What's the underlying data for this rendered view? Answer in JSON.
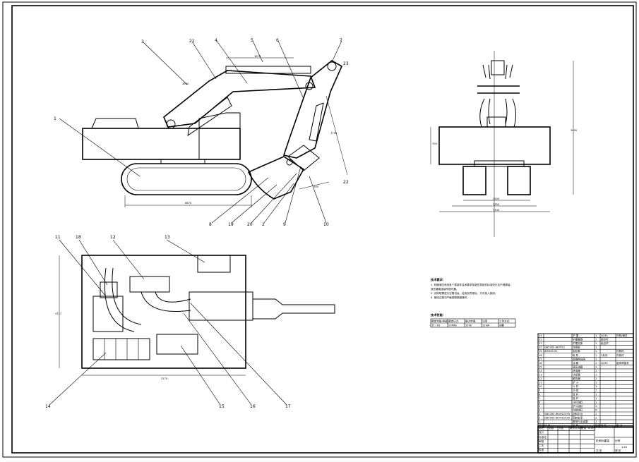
{
  "drawing": {
    "callouts": [
      "1",
      "2",
      "3",
      "4",
      "5",
      "6",
      "7",
      "8",
      "9",
      "10",
      "11",
      "12",
      "13",
      "14",
      "15",
      "16",
      "17",
      "18",
      "19",
      "20",
      "21",
      "22",
      "23"
    ],
    "side_view_dimensions": [
      "1670",
      "8870",
      "1790",
      "3000",
      "700"
    ],
    "front_view_dimensions": [
      "3000",
      "700",
      "1500",
      "2350",
      "3340"
    ],
    "plan_view_dimensions": [
      "3717",
      "3775"
    ],
    "tech_requirements_title": "技术要求：",
    "tech_requirements": [
      "1. 机器液压系统各个零部件技术要求按液压零部件标准执行且不得漏油。",
      "   液压管路连接牢固可靠。",
      "2. 试用前需进行空载试运，检测无异常后，方可投入使用。",
      "3. 使用过程中严格按照规程操作。"
    ],
    "performance_title": "技术性能：",
    "performance_table": {
      "headers": [
        "额定流量/排量",
        "额定压力",
        "最大转速",
        "功率",
        "工作方式"
      ],
      "values": [
        "35~63",
        "20MPa",
        "1500",
        "22kW",
        "间断"
      ]
    },
    "parts_list": {
      "rows": [
        {
          "no": "23",
          "code": "",
          "name": "护 罩",
          "qty": "1",
          "material": "Q235",
          "note": "外购/铸件"
        },
        {
          "no": "22",
          "code": "",
          "name": "护罩管路",
          "qty": "1",
          "material": "组合件",
          "note": ""
        },
        {
          "no": "21",
          "code": "",
          "name": "护罩支架",
          "qty": "1",
          "material": "组合件",
          "note": ""
        },
        {
          "no": "20",
          "code": "GB5782-86 M12",
          "name": "连接板",
          "qty": "1",
          "material": "",
          "note": ""
        },
        {
          "no": "19",
          "code": "JB5920-91",
          "name": "齿轮泵",
          "qty": "1",
          "material": "",
          "note": "外购件"
        },
        {
          "no": "18",
          "code": "",
          "name": "电 机",
          "qty": "1",
          "material": "Y系列",
          "note": "外购件"
        },
        {
          "no": "17",
          "code": "",
          "name": "多路换向阀",
          "qty": "1",
          "material": "",
          "note": ""
        },
        {
          "no": "16",
          "code": "",
          "name": "油 箱",
          "qty": "1",
          "material": "Q235",
          "note": "组件焊接件"
        },
        {
          "no": "15",
          "code": "",
          "name": "液压油箱",
          "qty": "1",
          "material": "",
          "note": ""
        },
        {
          "no": "14",
          "code": "",
          "name": "滤油器",
          "qty": "1",
          "material": "",
          "note": ""
        },
        {
          "no": "13",
          "code": "",
          "name": "冷却器",
          "qty": "1",
          "material": "",
          "note": ""
        },
        {
          "no": "12",
          "code": "",
          "name": "散热器",
          "qty": "1",
          "material": "",
          "note": ""
        },
        {
          "no": "11",
          "code": "",
          "name": "铲 斗",
          "qty": "1",
          "material": "",
          "note": ""
        },
        {
          "no": "10",
          "code": "",
          "name": "斗 杆",
          "qty": "1",
          "material": "",
          "note": ""
        },
        {
          "no": "9",
          "code": "",
          "name": "动 臂",
          "qty": "1",
          "material": "",
          "note": ""
        },
        {
          "no": "8",
          "code": "",
          "name": "连 杆",
          "qty": "1",
          "material": "",
          "note": ""
        },
        {
          "no": "7",
          "code": "",
          "name": "摇 杆",
          "qty": "1",
          "material": "",
          "note": ""
        },
        {
          "no": "6",
          "code": "",
          "name": "斗杆油缸",
          "qty": "1",
          "material": "",
          "note": ""
        },
        {
          "no": "5",
          "code": "",
          "name": "铲斗油缸",
          "qty": "1",
          "material": "",
          "note": ""
        },
        {
          "no": "4",
          "code": "",
          "name": "动臂油缸",
          "qty": "2",
          "material": "",
          "note": ""
        },
        {
          "no": "3",
          "code": "GB5783-86 M12X35",
          "name": "回转平台",
          "qty": "1",
          "material": "",
          "note": ""
        },
        {
          "no": "2",
          "code": "GB5783-86 M12X35",
          "name": "回转支承",
          "qty": "1",
          "material": "",
          "note": ""
        },
        {
          "no": "1",
          "code": "",
          "name": "履带行走装置",
          "qty": "1",
          "material": "",
          "note": ""
        }
      ],
      "header": {
        "no": "序号",
        "code": "代 号",
        "name": "名 称",
        "qty": "数量",
        "material": "材 料",
        "note": "备 注"
      }
    },
    "title_block": {
      "labels": [
        "标记",
        "处数",
        "分区",
        "更改文件号",
        "签名",
        "年月日",
        "设计",
        "标准化",
        "审核",
        "工艺",
        "批准",
        "阶段标记",
        "重量",
        "比例",
        "共 张",
        "第 张"
      ],
      "scale": "1:25"
    }
  }
}
